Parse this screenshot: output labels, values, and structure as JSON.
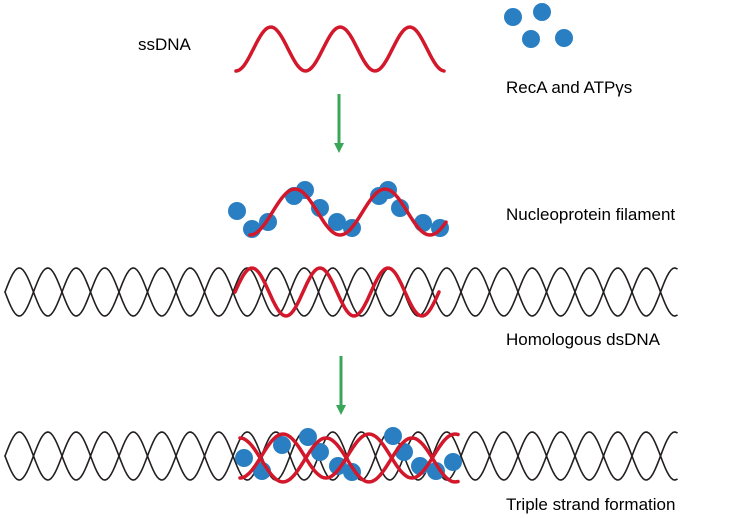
{
  "labels": {
    "ssdna": "ssDNA",
    "reca": "RecA and ATPγs",
    "nucleoprotein": "Nucleoprotein filament",
    "homologous": "Homologous dsDNA",
    "triple": "Triple strand formation"
  },
  "colors": {
    "ssdna_strand": "#d2182a",
    "dsdna_strand": "#231f20",
    "reca_protein": "#2a7fc3",
    "arrow": "#3aa65a"
  }
}
